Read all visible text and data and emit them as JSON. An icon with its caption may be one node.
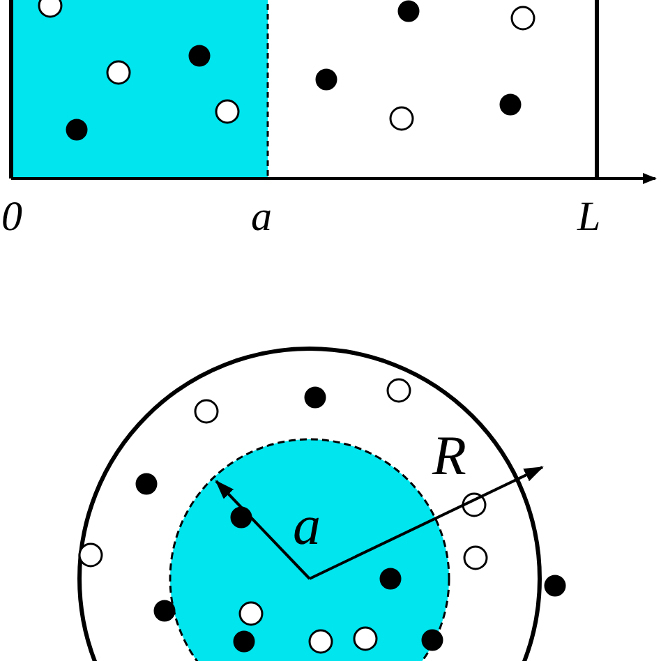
{
  "diagram": {
    "labels": [
      "0",
      "a",
      "L",
      "a",
      "R"
    ]
  }
}
